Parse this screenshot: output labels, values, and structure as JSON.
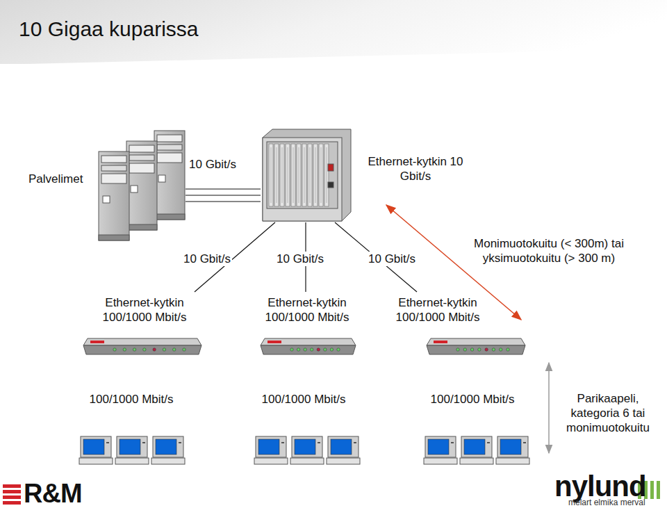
{
  "diagram": {
    "title": "10 Gigaa kuparissa",
    "nodes": [
      {
        "text": [
          "Palvelimet"
        ]
      },
      {
        "text": [
          "Ethernet-kytkin 10 Gbit/s"
        ]
      },
      {
        "text": [
          "Ethernet-kytkin 100/1000 Mbit/s"
        ]
      },
      {
        "text": [
          "Ethernet-kytkin 100/1000 Mbit/s"
        ]
      },
      {
        "text": [
          "Ethernet-kytkin 100/1000 Mbit/s"
        ]
      },
      {
        "text": [
          "100/1000 Mbit/s"
        ]
      },
      {
        "text": [
          "100/1000 Mbit/s"
        ]
      },
      {
        "text": [
          "100/1000 Mbit/s"
        ]
      }
    ],
    "edges": [
      {
        "from": 0,
        "to": 1,
        "label": "10 Gbit/s",
        "arrow": "none"
      },
      {
        "from": 1,
        "to": 2,
        "label": "10 Gbit/s",
        "arrow": "none"
      },
      {
        "from": 1,
        "to": 3,
        "label": "10 Gbit/s",
        "arrow": "none"
      },
      {
        "from": 1,
        "to": 4,
        "label": "10 Gbit/s",
        "arrow": "none"
      }
    ],
    "labels": [
      "Monimuotokuitu (< 300m) tai yksimuotokuitu (> 300 m)",
      "Parikaapeli, kategoria 6 tai monimuotokuitu",
      "R&M",
      "nylund",
      "melart elmika merval"
    ]
  }
}
